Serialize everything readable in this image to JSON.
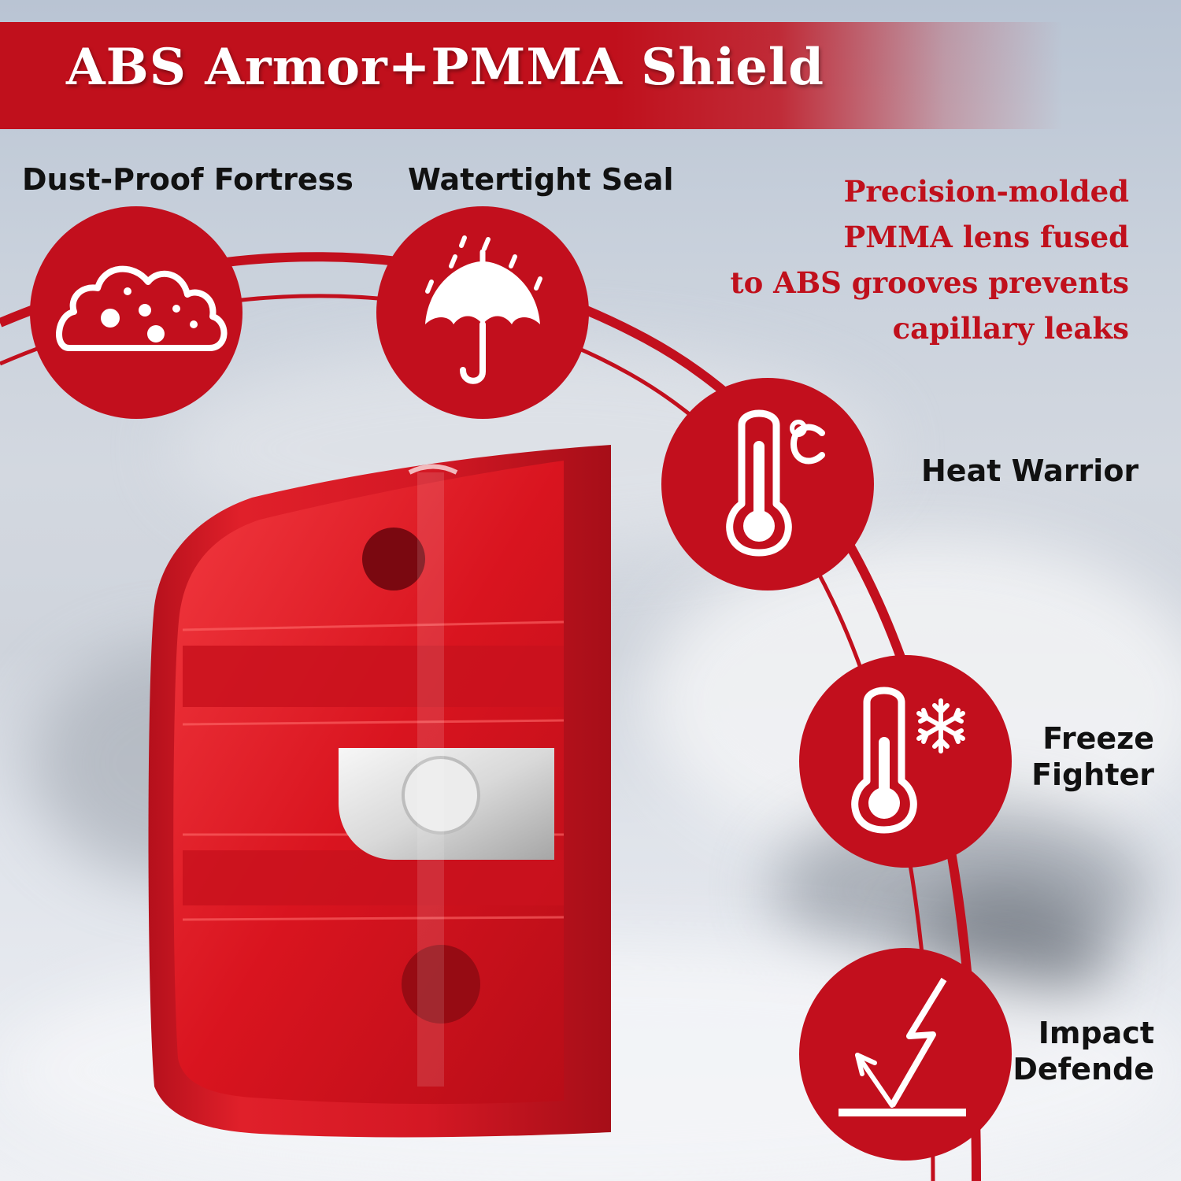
{
  "banner": {
    "title": "ABS Armor+PMMA Shield"
  },
  "features": [
    {
      "label": "Dust-Proof Fortress",
      "icon": "dust-cloud-icon"
    },
    {
      "label": "Watertight Seal",
      "icon": "umbrella-rain-icon"
    },
    {
      "label": "Heat Warrior",
      "icon": "thermometer-celsius-icon",
      "unit": "°C"
    },
    {
      "label_lines": [
        "Freeze",
        "Fighter"
      ],
      "icon": "thermometer-snowflake-icon"
    },
    {
      "label_lines": [
        "Impact",
        "Defende"
      ],
      "icon": "impact-bolt-icon"
    }
  ],
  "description": {
    "lines": [
      "Precision-molded",
      "PMMA lens fused",
      "to ABS grooves prevents",
      "capillary leaks"
    ]
  },
  "colors": {
    "brand_red": "#c20f1d",
    "text_dark": "#111111",
    "white": "#ffffff"
  }
}
